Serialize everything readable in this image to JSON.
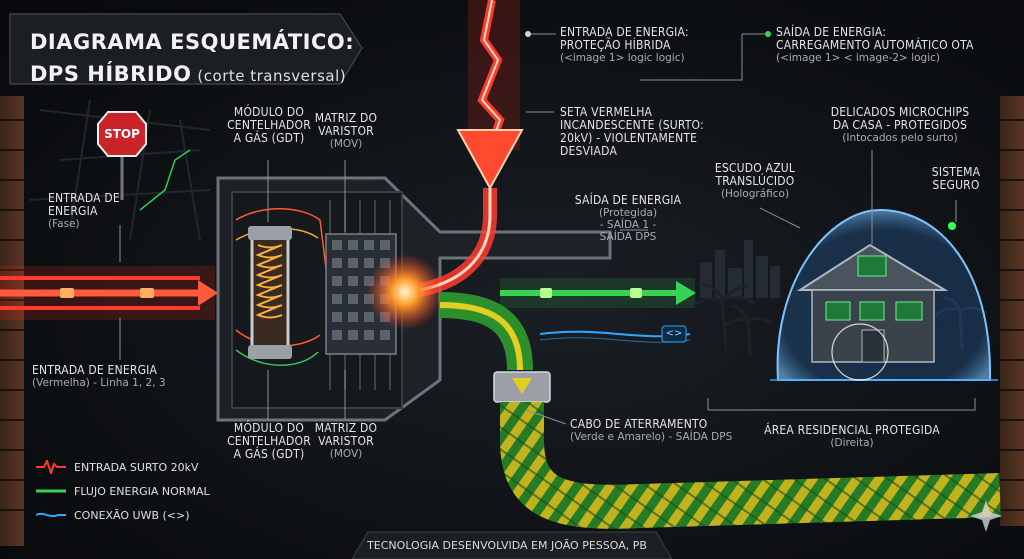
{
  "title": {
    "line1": "DIAGRAMA ESQUEMÁTICO:",
    "line2": "DPS HÍBRIDO",
    "subtitle": "(corte transversal)"
  },
  "labels": {
    "input_top": {
      "title": "ENTRADA DE ENERGIA:",
      "title2": "PROTEÇÃO HÍBRIDA",
      "sub": "(<image 1> logic logic)"
    },
    "output_top": {
      "title": "SAÍDA DE ENERGIA:",
      "title2": "CARREGAMENTO AUTOMÁTICO OTA",
      "sub": "(<image 1> < image-2> logic)"
    },
    "gdt_top": {
      "title": "MÓDULO DO",
      "title2": "CENTELHADOR",
      "title3": "A GÁS (GDT)"
    },
    "mov_top": {
      "title": "MATRIZ DO",
      "title2": "VARISTOR",
      "sub": "(MOV)"
    },
    "surge_arrow": {
      "title": "SETA VERMELHA",
      "title2": "INCANDESCENTE (SURTO:",
      "title3": "20kV) - VIOLENTAMENTE",
      "title4": "DESVIADA"
    },
    "microchips": {
      "title": "DELICADOS MICROCHIPS",
      "title2": "DA CASA - PROTEGIDOS",
      "sub": "(Intocados pelo surto)"
    },
    "shield": {
      "title": "ESCUDO AZUL",
      "title2": "TRANSLÚCIDO",
      "sub": "(Holográfico)"
    },
    "safe_system": {
      "title": "SISTEMA",
      "title2": "SEGURO"
    },
    "input_phase": {
      "title": "ENTRADA DE",
      "title2": "ENERGIA",
      "sub": "(Fase)"
    },
    "output_protected": {
      "title": "SAÍDA DE ENERGIA",
      "sub": "(Protegida)",
      "sub2": "- SAÍDA 1 -",
      "sub3": "SAÍDA DPS"
    },
    "input_lines": {
      "title": "ENTRADA DE ENERGIA",
      "sub": "(Vermelha) - Linha 1, 2, 3"
    },
    "gdt_bottom": {
      "title": "MÓDULO DO",
      "title2": "CENTELHADOR",
      "title3": "A GÁS (GDT)"
    },
    "mov_bottom": {
      "title": "MATRIZ DO",
      "title2": "VARISTOR",
      "sub": "(MOV)"
    },
    "ground_cable": {
      "title": "CABO DE ATERRAMENTO",
      "sub": "(Verde e Amarelo) - SAÍDA DPS"
    },
    "residential": {
      "title": "ÁREA RESIDENCIAL PROTEGIDA",
      "sub": "(Direita)"
    },
    "stop_sign": "STOP",
    "uwb_badge": "<>"
  },
  "legend": [
    {
      "label": "ENTRADA SURTO 20kV",
      "color": "#ff3b2f"
    },
    {
      "label": "FLUJO ENERGIA NORMAL",
      "color": "#39d353"
    },
    {
      "label": "CONEXÃO UWB (<>)",
      "color": "#2ea8ff"
    }
  ],
  "footer": "TECNOLOGIA DESENVOLVIDA EM JOÃO PESSOA, PB",
  "colors": {
    "surge": "#ff3b2f",
    "normal": "#39d353",
    "uwb": "#2ea8ff",
    "shield": "#4aa3ff",
    "ground_yellow": "#e8d21f"
  }
}
